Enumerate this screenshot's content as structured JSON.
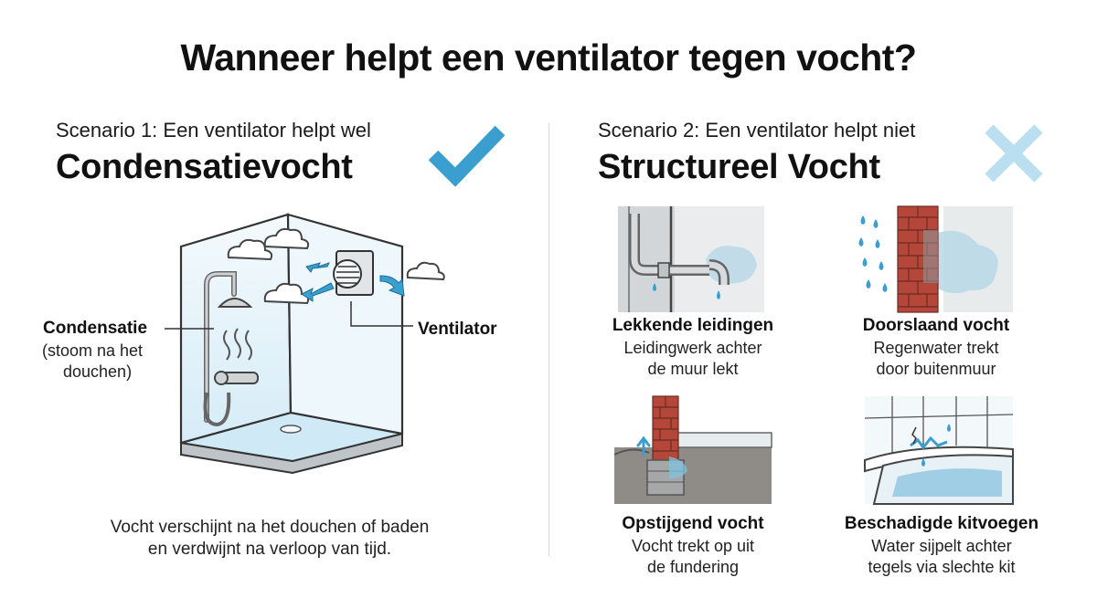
{
  "header": {
    "title": "Wanneer helpt een ventilator tegen vocht?"
  },
  "colors": {
    "accent_blue": "#3a9fcf",
    "light_blue": "#b9dff0",
    "brick": "#b5473a",
    "water": "#9fd3ea"
  },
  "scenario1": {
    "label": "Scenario 1: Een ventilator helpt wel",
    "title": "Condensatievocht",
    "status_icon": "checkmark-icon",
    "condensation_label": "Condensatie",
    "condensation_note_1": "(stoom na het",
    "condensation_note_2": "douchen)",
    "ventilator_label": "Ventilator",
    "caption_1": "Vocht verschijnt na het douchen of baden",
    "caption_2": "en verdwijnt na verloop van tijd."
  },
  "scenario2": {
    "label": "Scenario 2: Een ventilator helpt niet",
    "title": "Structureel Vocht",
    "status_icon": "cross-icon",
    "cards": [
      {
        "title": "Lekkende leidingen",
        "line1": "Leidingwerk achter",
        "line2": "de muur lekt",
        "icon": "leaking-pipe-icon"
      },
      {
        "title": "Doorslaand vocht",
        "line1": "Regenwater trekt",
        "line2": "door buitenmuur",
        "icon": "rain-wall-icon"
      },
      {
        "title": "Opstijgend vocht",
        "line1": "Vocht trekt op uit",
        "line2": "de fundering",
        "icon": "rising-damp-icon"
      },
      {
        "title": "Beschadigde kitvoegen",
        "line1": "Water sijpelt achter",
        "line2": "tegels via slechte kit",
        "icon": "damaged-sealant-icon"
      }
    ]
  }
}
